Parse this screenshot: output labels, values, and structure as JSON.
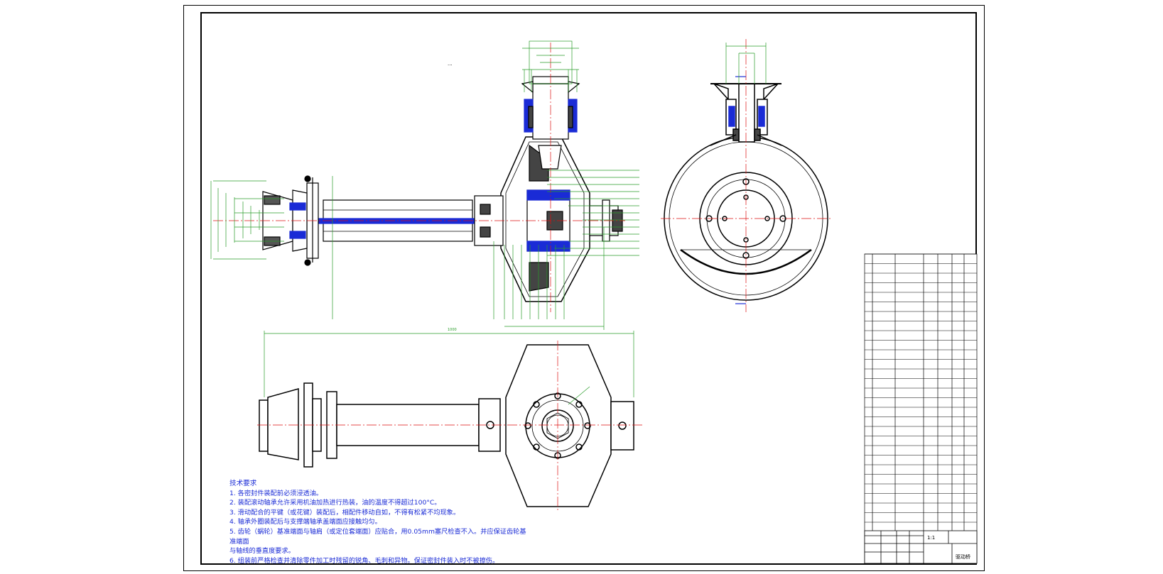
{
  "drawing": {
    "cursor_mark": "...",
    "dimension_overall": "1000"
  },
  "technical_requirements": {
    "title": "技术要求",
    "lines": [
      "1. 各密封件装配前必须浸透油。",
      "2. 装配滚动轴承允许采用机油加热进行热装，油的温度不得超过100°C。",
      "3. 滑动配合的平键（或花键）装配后，相配件移动自如，不得有松紧不均现象。",
      "4. 轴承外圈装配后与支撑端轴承盖端面应接触均匀。",
      "5. 齿轮（蜗轮）基准端面与轴肩（或定位套端面）应贴合，用0.05mm塞尺检查不入。并应保证齿轮基",
      "准端面",
      "与轴线的垂直度要求。",
      "6. 组装前严格检查并清除零件加工时残留的锐角、毛刺和异物。保证密封件装入时不被擦伤。"
    ]
  },
  "title_block": {
    "title_label": "驱动桥",
    "scale_label": "1:1"
  }
}
